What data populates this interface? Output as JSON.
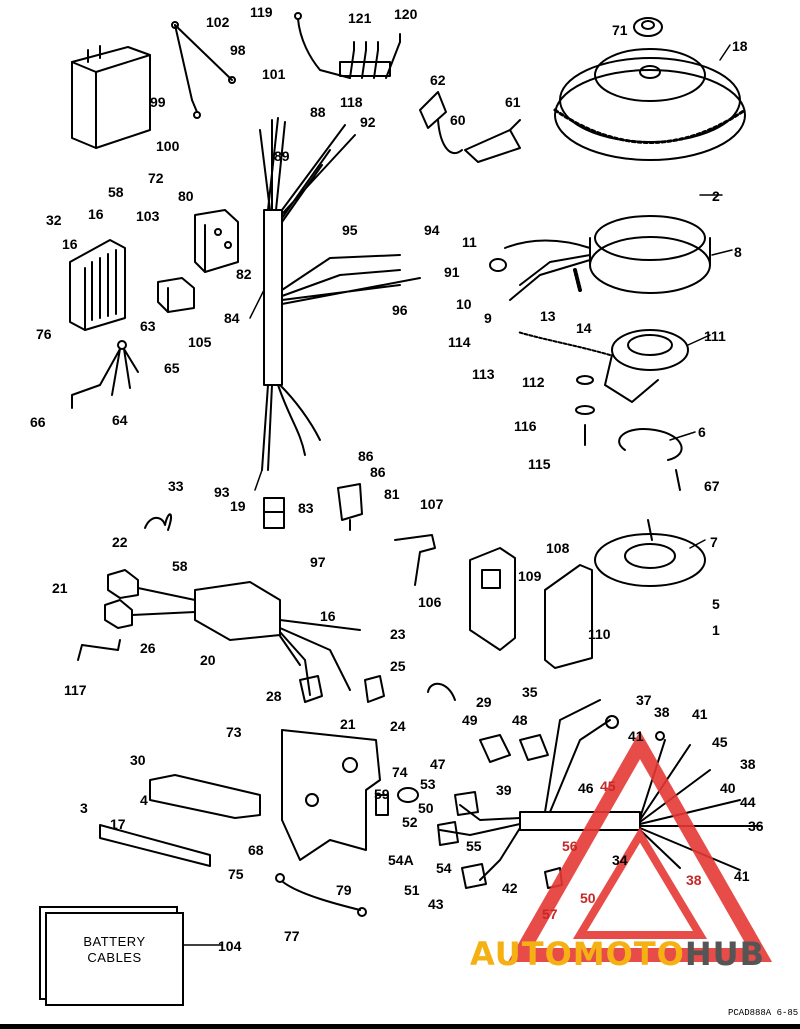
{
  "battery_box": {
    "line1": "BATTERY",
    "line2": "CABLES"
  },
  "footer_code": "PCAD888A 6-85",
  "watermark": {
    "auto": "AUTOMOTO",
    "hub": "HUB",
    "colors": {
      "auto": "#f5b014",
      "hub": "#555555",
      "triangle": "#e53935"
    }
  },
  "labels": {
    "l119": "119",
    "l102": "102",
    "l121": "121",
    "l120": "120",
    "l71": "71",
    "l18": "18",
    "l98": "98",
    "l101": "101",
    "l118": "118",
    "l99": "99",
    "l62": "62",
    "l61": "61",
    "l88": "88",
    "l92": "92",
    "l60": "60",
    "l100": "100",
    "l89": "89",
    "l72": "72",
    "l58a": "58",
    "l32": "32",
    "l16a": "16",
    "l80": "80",
    "l2": "2",
    "l103": "103",
    "l95": "95",
    "l94": "94",
    "l11": "11",
    "l8": "8",
    "l16b": "16",
    "l82": "82",
    "l91": "91",
    "l84": "84",
    "l10": "10",
    "l96": "96",
    "l9": "9",
    "l13": "13",
    "l76": "76",
    "l63": "63",
    "l14": "14",
    "l105": "105",
    "l114": "114",
    "l111": "111",
    "l65": "65",
    "l113": "113",
    "l112": "112",
    "l66": "66",
    "l64": "64",
    "l116": "116",
    "l6": "6",
    "l86a": "86",
    "l115": "115",
    "l86b": "86",
    "l33": "33",
    "l67": "67",
    "l93": "93",
    "l81": "81",
    "l19": "19",
    "l83": "83",
    "l107": "107",
    "l22": "22",
    "l7": "7",
    "l108": "108",
    "l97": "97",
    "l58b": "58",
    "l21a": "21",
    "l109": "109",
    "l106": "106",
    "l5": "5",
    "l16c": "16",
    "l110": "110",
    "l1": "1",
    "l23": "23",
    "l26a": "26",
    "l20": "20",
    "l25": "25",
    "l117": "117",
    "l35": "35",
    "l28": "28",
    "l29": "29",
    "l37": "37",
    "l21b": "21",
    "l24": "24",
    "l73": "73",
    "l49": "49",
    "l48": "48",
    "l38a": "38",
    "l41a": "41",
    "l41b": "41",
    "l45a": "45",
    "l47": "47",
    "l30": "30",
    "l74": "74",
    "l38b": "38",
    "l45b": "45",
    "l53": "53",
    "l39": "39",
    "l40": "40",
    "l4": "4",
    "l59": "59",
    "l46": "46",
    "l44": "44",
    "l50a": "50",
    "l3": "3",
    "l52": "52",
    "l17": "17",
    "l36": "36",
    "l68": "68",
    "l56": "56",
    "l54a": "54A",
    "l34": "34",
    "l55": "55",
    "l54": "54",
    "l75": "75",
    "l38c": "38",
    "l41c": "41",
    "l51": "51",
    "l42": "42",
    "l79": "79",
    "l50b": "50",
    "l43": "43",
    "l57": "57",
    "l77": "77",
    "l104": "104"
  }
}
